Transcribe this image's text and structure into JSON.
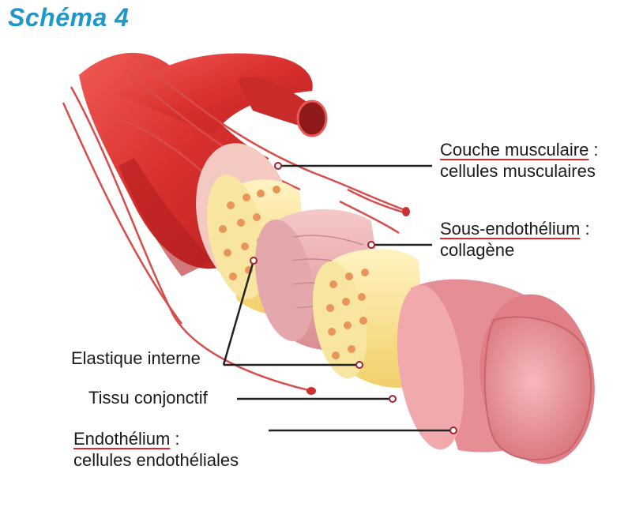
{
  "title": "Schéma 4",
  "labels": {
    "couche_term": "Couche musculaire",
    "couche_sep": " :",
    "couche_desc": "cellules musculaires",
    "sous_term": "Sous-endothélium",
    "sous_sep": " :",
    "sous_desc": "collagène",
    "elastique": "Elastique interne",
    "tissu": "Tissu conjonctif",
    "endo_term": "Endothélium",
    "endo_sep": " :",
    "endo_desc": "cellules endothéliales"
  },
  "colors": {
    "title": "#1f97c9",
    "underline": "#e3242b",
    "artery_red": "#d93a3a",
    "elastic_yellow": "#f6dc82",
    "collagen_pink": "#e8a3a6",
    "intima_pink": "#f0b2b5"
  }
}
